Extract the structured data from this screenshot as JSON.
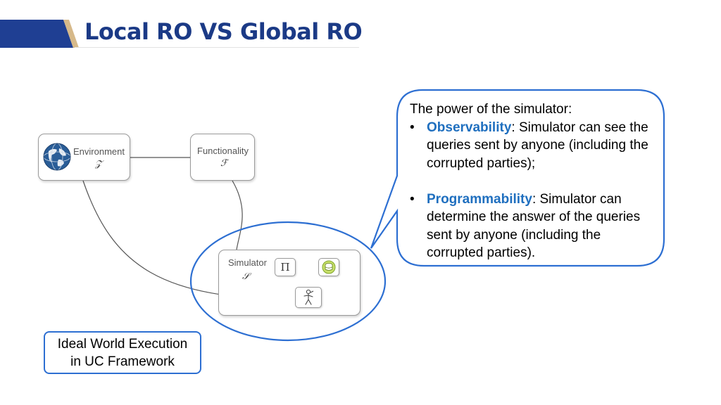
{
  "slide": {
    "title": "Local RO VS Global RO"
  },
  "diagram": {
    "environment": {
      "label": "Environment",
      "symbol": "𝒵"
    },
    "functionality": {
      "label": "Functionality",
      "symbol": "ℱ"
    },
    "simulator": {
      "label": "Simulator",
      "symbol": "𝒮"
    },
    "protocol_symbol": "Π"
  },
  "callout": {
    "intro": "The power of the simulator:",
    "bullets": [
      {
        "keyword": "Observability",
        "text": ": Simulator can see the queries sent by anyone (including the corrupted parties);"
      },
      {
        "keyword": "Programmability",
        "text": ": Simulator can determine the answer of the queries sent by anyone (including the corrupted parties)."
      }
    ]
  },
  "caption": {
    "line1": "Ideal World Execution",
    "line2": "in UC Framework"
  },
  "colors": {
    "title": "#1b3a86",
    "accent_band": "#1f3f93",
    "keyword": "#1f6fbf",
    "callout_border": "#2d6fd2"
  }
}
